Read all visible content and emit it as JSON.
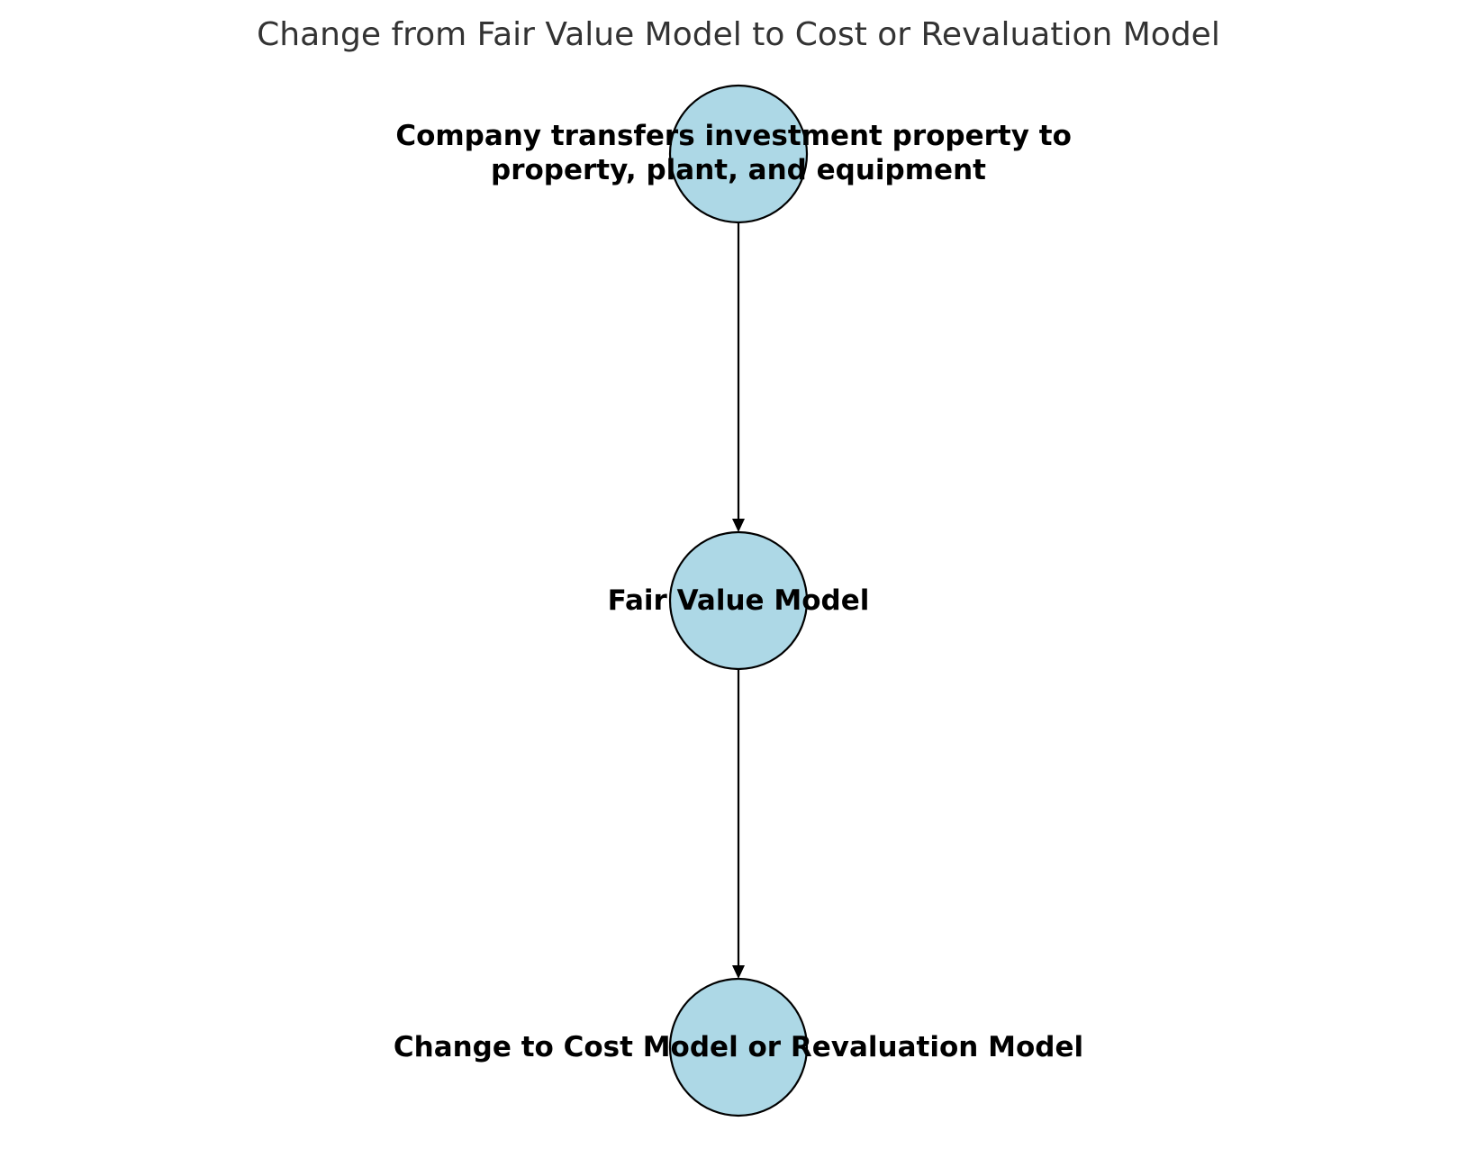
{
  "diagram": {
    "title": "Change from Fair Value Model to Cost or Revaluation Model",
    "node_fill": "#add8e6",
    "nodes": [
      {
        "id": "transfer",
        "label_lines": [
          "Company transfers investment property to",
          "property, plant, and equipment"
        ]
      },
      {
        "id": "fair-value",
        "label_lines": [
          "Fair Value Model"
        ]
      },
      {
        "id": "change",
        "label_lines": [
          "Change to Cost Model or Revaluation Model"
        ]
      }
    ],
    "edges": [
      {
        "from": "transfer",
        "to": "fair-value"
      },
      {
        "from": "fair-value",
        "to": "change"
      }
    ]
  }
}
